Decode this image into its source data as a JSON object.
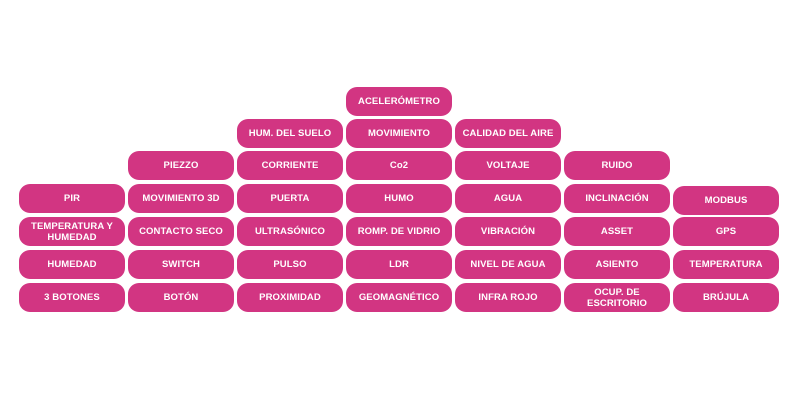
{
  "colors": {
    "pill": "#d23582",
    "text": "#ffffff",
    "background": "#ffffff"
  },
  "tags": {
    "acelerometro": "ACELERÓMETRO",
    "hum_suelo": "HUM. DEL SUELO",
    "movimiento": "MOVIMIENTO",
    "calidad_aire": "CALIDAD DEL AIRE",
    "piezzo": "PIEZZO",
    "corriente": "CORRIENTE",
    "co2": "Co2",
    "voltaje": "VOLTAJE",
    "ruido": "RUIDO",
    "pir": "PIR",
    "movimiento_3d": "MOVIMIENTO 3D",
    "puerta": "PUERTA",
    "humo": "HUMO",
    "agua": "AGUA",
    "inclinacion": "INCLINACIÓN",
    "modbus": "MODBUS",
    "temperatura_humedad": "TEMPERATURA Y\nHUMEDAD",
    "contacto_seco": "CONTACTO SECO",
    "ultrasonico": "ULTRASÓNICO",
    "romp_vidrio": "ROMP. DE VIDRIO",
    "vibracion": "VIBRACIÓN",
    "asset": "ASSET",
    "gps": "GPS",
    "humedad": "HUMEDAD",
    "switch": "SWITCH",
    "pulso": "PULSO",
    "ldr": "LDR",
    "nivel_agua": "NIVEL DE AGUA",
    "asiento": "ASIENTO",
    "temperatura": "TEMPERATURA",
    "tres_botones": "3 BOTONES",
    "boton": "BOTÓN",
    "proximidad": "PROXIMIDAD",
    "geomagnetico": "GEOMAGNÉTICO",
    "infra_rojo": "INFRA ROJO",
    "ocup_escritorio": "OCUP. DE\nESCRITORIO",
    "brujula": "BRÚJULA"
  }
}
